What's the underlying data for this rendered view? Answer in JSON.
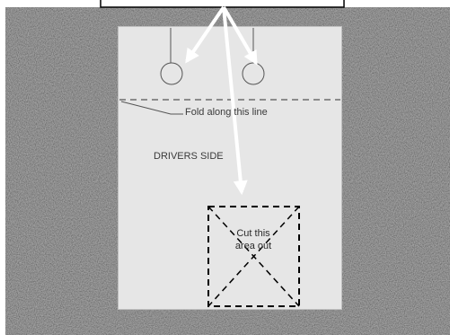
{
  "labels": {
    "fold": "Fold along this line",
    "side": "DRIVERS SIDE",
    "cut_line1": "Cut this",
    "cut_line2": "area out"
  },
  "icons": [
    "arrow-icon"
  ],
  "colors": {
    "carpet": "#3a3a3a",
    "paper": "#e6e6e6",
    "ink": "#3a3a3a",
    "arrow": "#ffffff"
  }
}
